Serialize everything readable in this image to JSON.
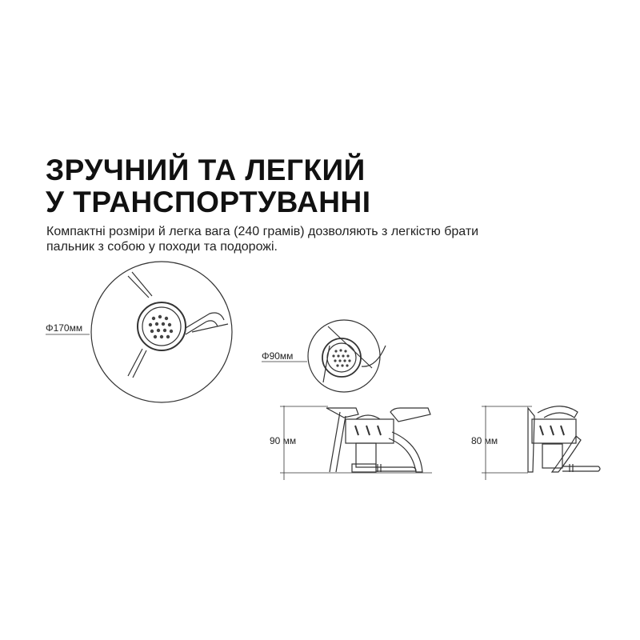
{
  "heading": {
    "line1": "ЗРУЧНИЙ ТА ЛЕГКИЙ",
    "line2": "У ТРАНСПОРТУВАННІ"
  },
  "description": {
    "line1": "Компактні розміри й легка вага (240 грамів) дозволяють з легкістю брати",
    "line2": "пальник з собою у походи та подорожі."
  },
  "dimensions": {
    "large_diameter": "Φ170мм",
    "small_diameter": "Φ90мм",
    "height_open": "90 мм",
    "height_folded": "80 мм"
  }
}
